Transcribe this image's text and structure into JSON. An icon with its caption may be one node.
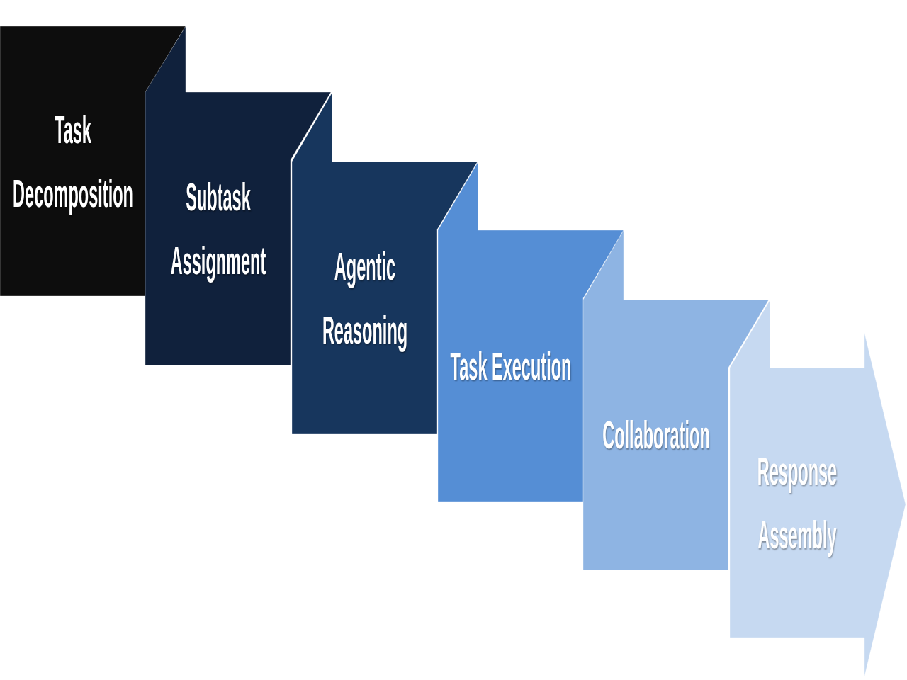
{
  "diagram": {
    "nodes": [
      {
        "text": [
          "Task Decomposition"
        ]
      },
      {
        "text": [
          "Subtask Assignment"
        ]
      },
      {
        "text": [
          "Agentic Reasoning"
        ]
      },
      {
        "text": [
          "Task Execution"
        ]
      },
      {
        "text": [
          "Collaboration"
        ]
      },
      {
        "text": [
          "Response Assembly"
        ]
      }
    ]
  }
}
